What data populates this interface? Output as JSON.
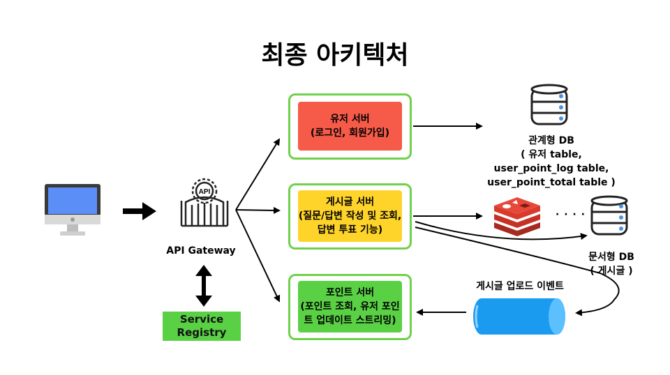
{
  "title": "최종 아키텍처",
  "api_gateway": {
    "label": "API Gateway",
    "icon_text": "API"
  },
  "service_registry": {
    "line1": "Service",
    "line2": "Registry"
  },
  "services": {
    "user": {
      "line1": "유저 서버",
      "line2": "(로그인, 회원가입)",
      "color": "#f65a48"
    },
    "post": {
      "line1": "게시글 서버",
      "line2": "(질문/답변 작성 및 조회,",
      "line3": "답변 투표 기능)",
      "color": "#ffd42a"
    },
    "point": {
      "line1": "포인트 서버",
      "line2": "(포인트 조회, 유저 포인",
      "line3": "트 업데이트 스트리밍)",
      "color": "#5ad145"
    }
  },
  "relational_db": {
    "line1": "관계형 DB",
    "line2": "( 유저 table,",
    "line3": "user_point_log table,",
    "line4": "user_point_total table )"
  },
  "document_db": {
    "line1": "문서형 DB",
    "line2": "( 게시글 )"
  },
  "event_label": "게시글 업로드 이벤트",
  "ellipsis": "· · · ·",
  "colors": {
    "green_border": "#6fd04a",
    "monitor_screen": "#5b8ff7",
    "queue_blue": "#1a9bf0",
    "redis_red": "#d93a2c"
  }
}
